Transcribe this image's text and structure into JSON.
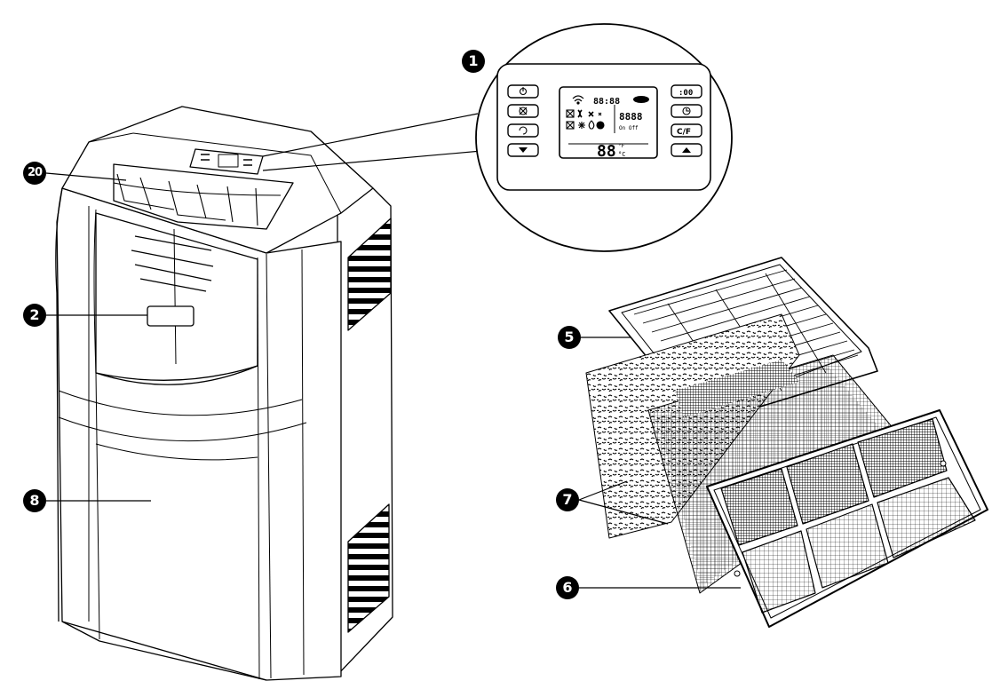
{
  "callouts": {
    "c1": "1",
    "c20": "20",
    "c2": "2",
    "c8": "8",
    "c5": "5",
    "c7": "7",
    "c6": "6"
  },
  "panel": {
    "lcd_time": "88:88",
    "lcd_timer": "8888",
    "lcd_onoff": "On  Off",
    "lcd_temp": "88",
    "lcd_unit_f": "°F",
    "lcd_unit_c": "°C",
    "btn_timer": ":00",
    "btn_cf": "C/F"
  },
  "icons": {
    "power": "power-icon",
    "fan": "fan-icon",
    "swing": "swing-icon",
    "down": "down-arrow-icon",
    "clock": "clock-icon",
    "up": "up-arrow-icon",
    "wifi": "wifi-icon",
    "remote": "remote-icon"
  },
  "colors": {
    "ink": "#000000",
    "paper": "#ffffff",
    "shade": "#bcbcbc",
    "panel_lcd": "#ffffff"
  }
}
